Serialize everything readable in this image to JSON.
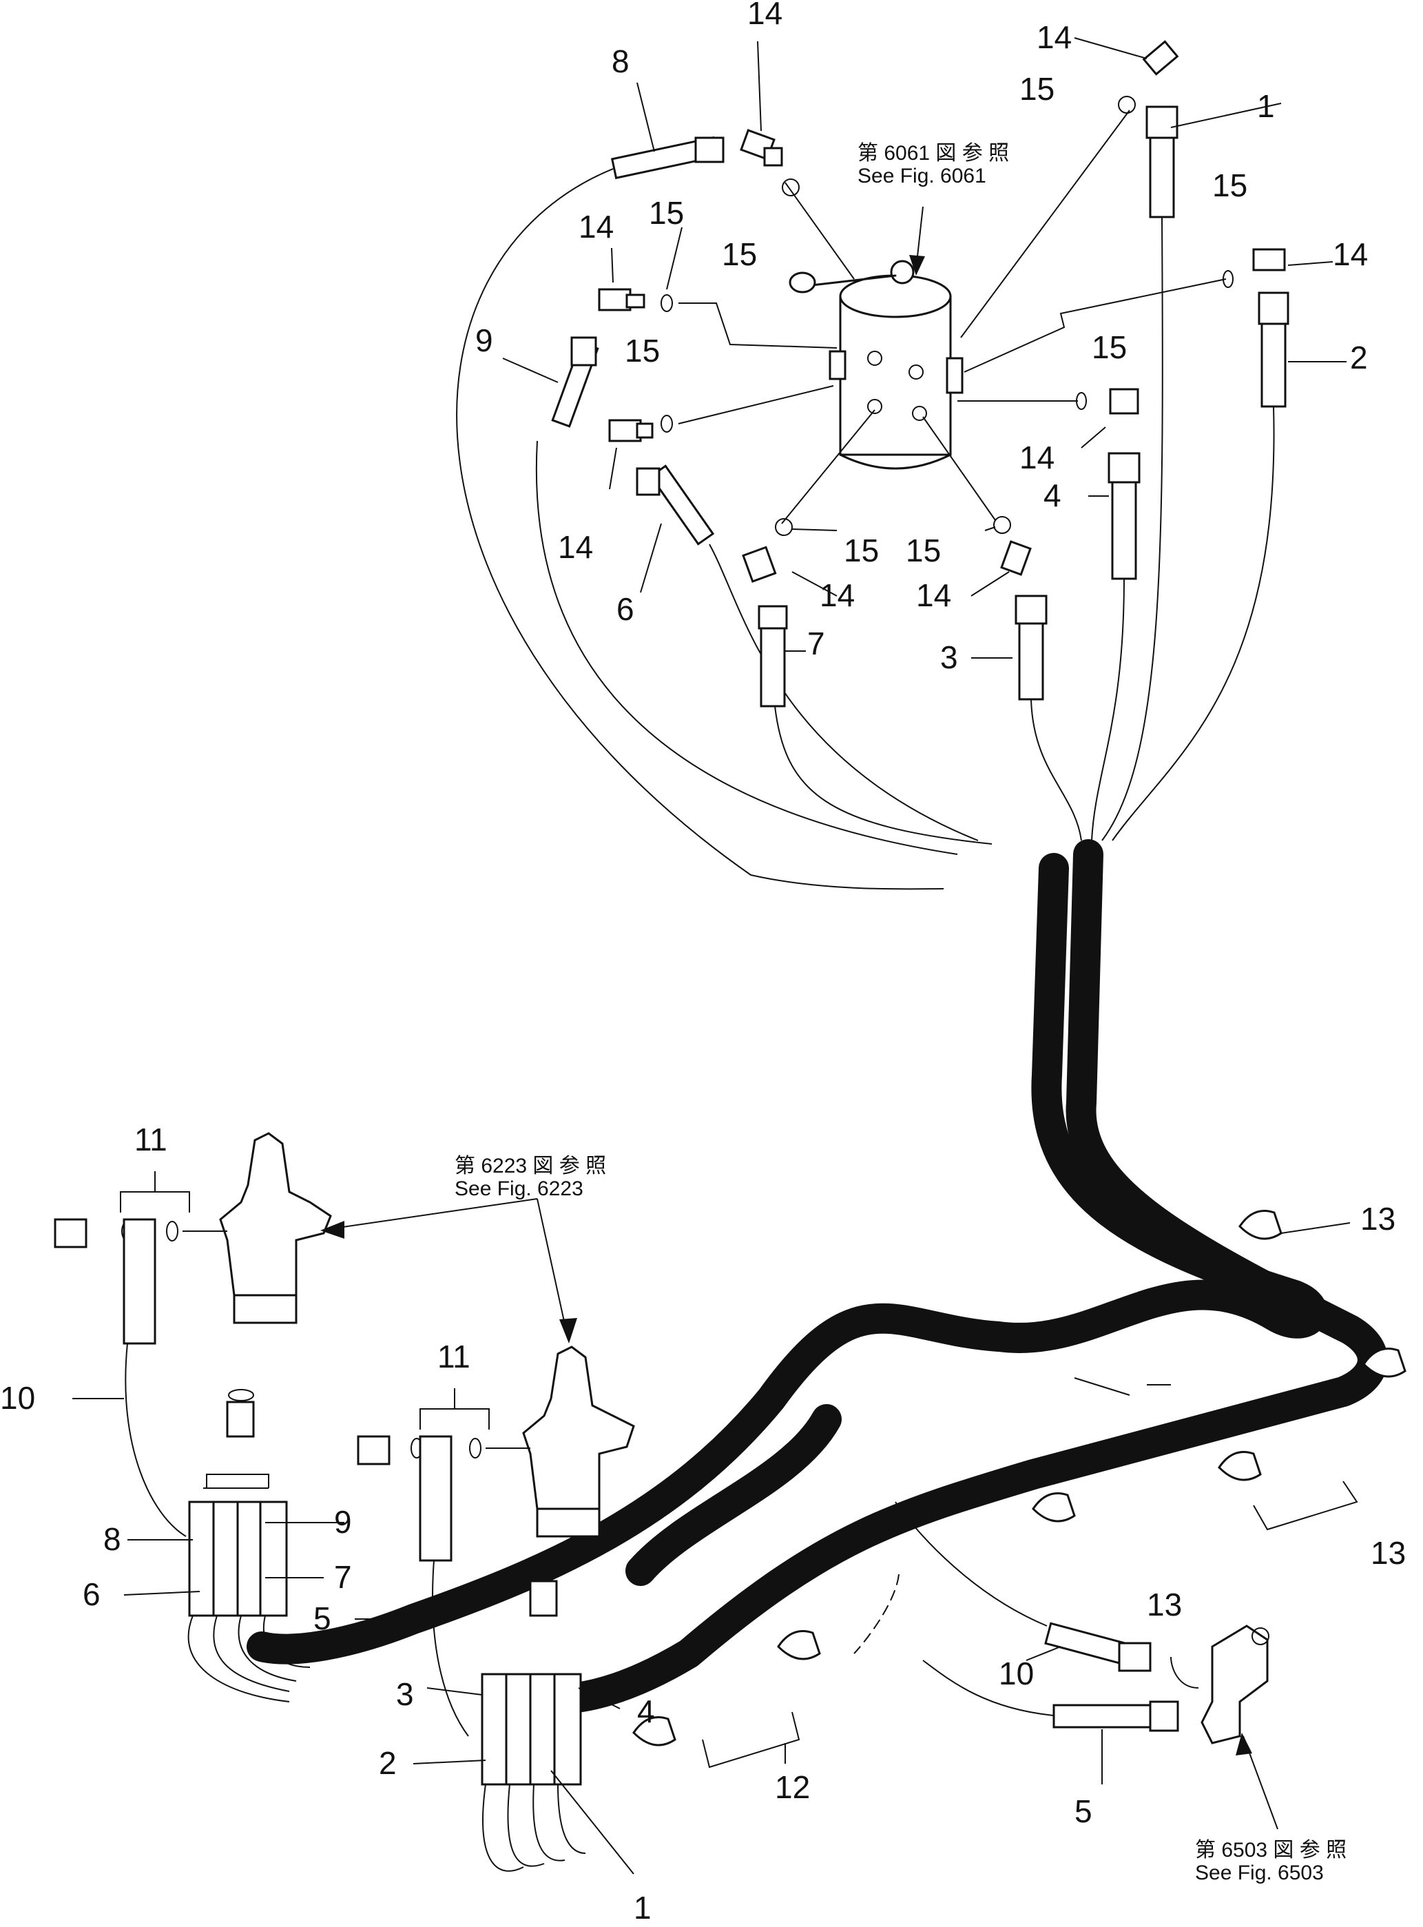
{
  "labels": {
    "n1": "1",
    "n2": "2",
    "n3": "3",
    "n4": "4",
    "n5": "5",
    "n6": "6",
    "n7": "7",
    "n8": "8",
    "n9": "9",
    "n10": "10",
    "n11": "11",
    "n12": "12",
    "n13": "13",
    "n14": "14",
    "n15": "15"
  },
  "refs": {
    "r6061_jp": "第 6061 図 参 照",
    "r6061_en": "See Fig. 6061",
    "r6223_jp": "第 6223 図 参 照",
    "r6223_en": "See Fig. 6223",
    "r6503_jp": "第 6503 図 参 照",
    "r6503_en": "See Fig. 6503"
  }
}
